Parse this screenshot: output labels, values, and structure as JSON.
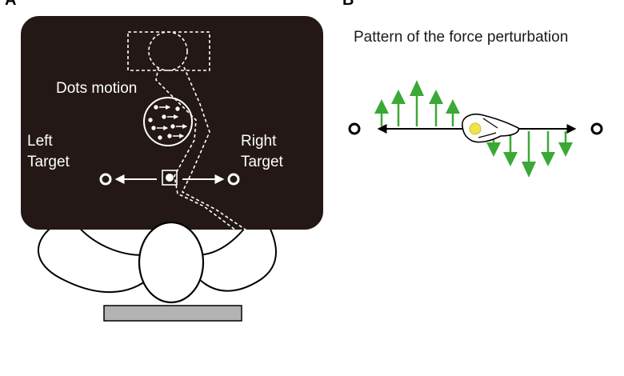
{
  "panel_a": {
    "letter": "A",
    "dots_label": "Dots motion",
    "left_target_label": [
      "Left",
      "Target"
    ],
    "right_target_label": [
      "Right",
      "Target"
    ]
  },
  "panel_b": {
    "letter": "B",
    "title": "Pattern of the force perturbation"
  },
  "colors": {
    "screen": "#231815",
    "force_arrow": "#3aa935",
    "cursor": "#f0e44a",
    "stand": "#b3b3b3"
  }
}
